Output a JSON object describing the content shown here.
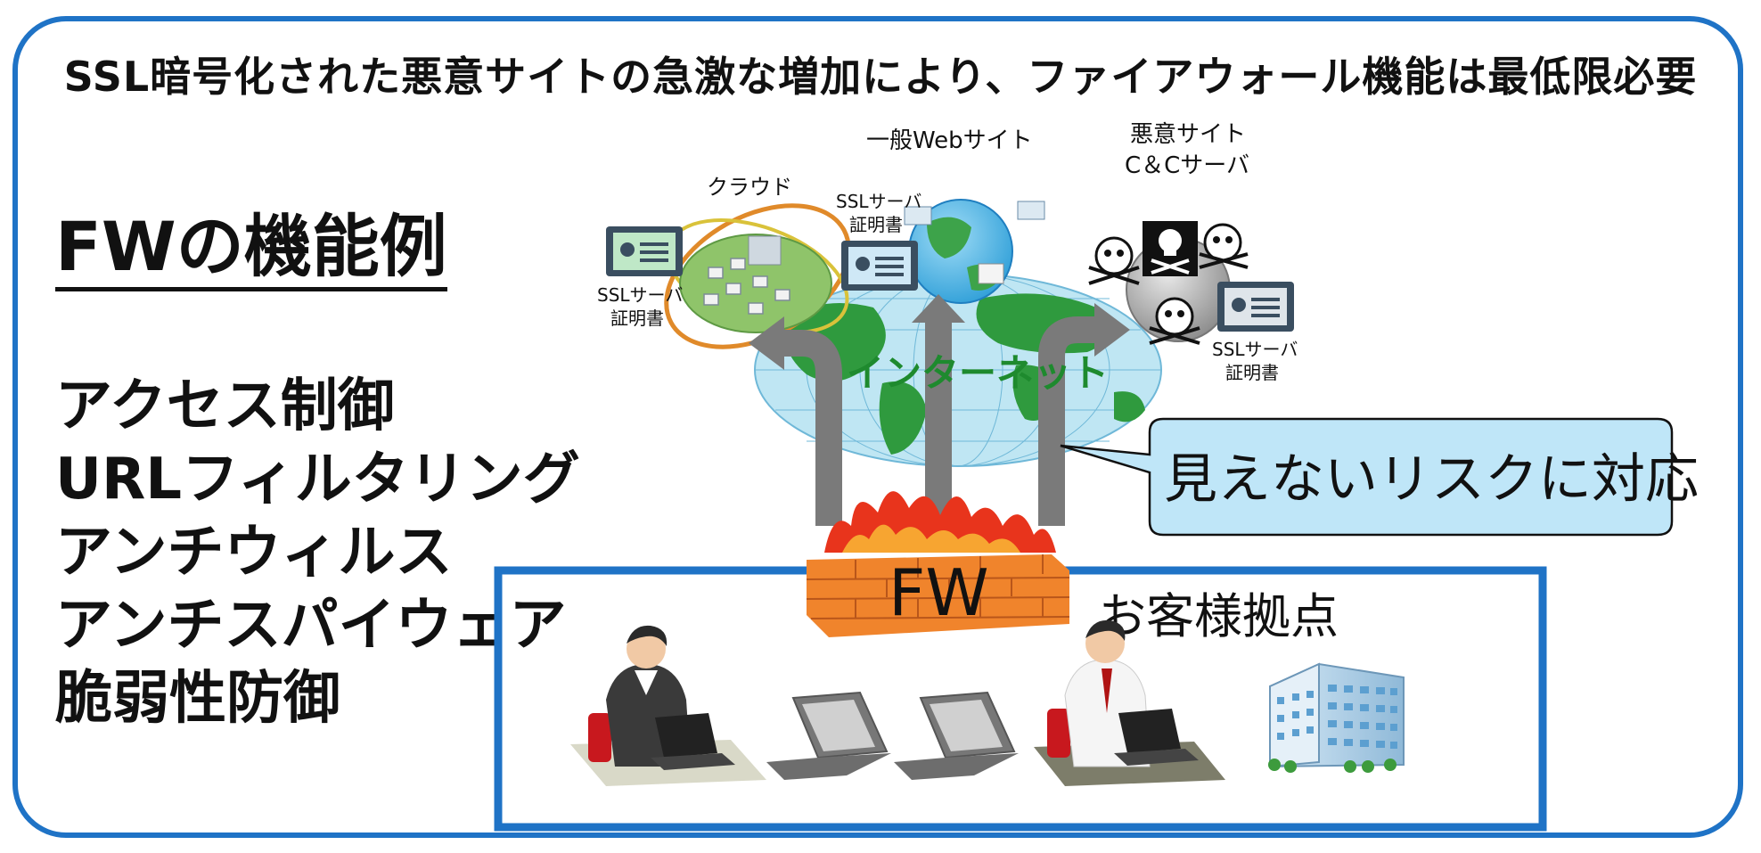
{
  "headline": "SSL暗号化された悪意サイトの急激な増加により、ファイアウォール機能は最低限必要",
  "fw_title": "FWの機能例",
  "features": [
    "アクセス制御",
    "URLフィルタリング",
    "アンチウィルス",
    "アンチスパイウェア",
    "脆弱性防御"
  ],
  "internet_label": "インターネット",
  "cloud_label": "クラウド",
  "general_site_label": "一般Webサイト",
  "malicious_label_line1": "悪意サイト",
  "malicious_label_line2": "C＆Cサーバ",
  "ssl_cert_line1": "SSLサーバ",
  "ssl_cert_line2": "証明書",
  "callout_text": "見えないリスクに対応",
  "fw_label": "FW",
  "site_label": "お客様拠点",
  "colors": {
    "border": "#1f73c6",
    "callout_fill": "#bfe6f8",
    "firewall": "#f0842c",
    "arrow": "#7a7a7a",
    "internet_text": "#1e8a2e"
  }
}
